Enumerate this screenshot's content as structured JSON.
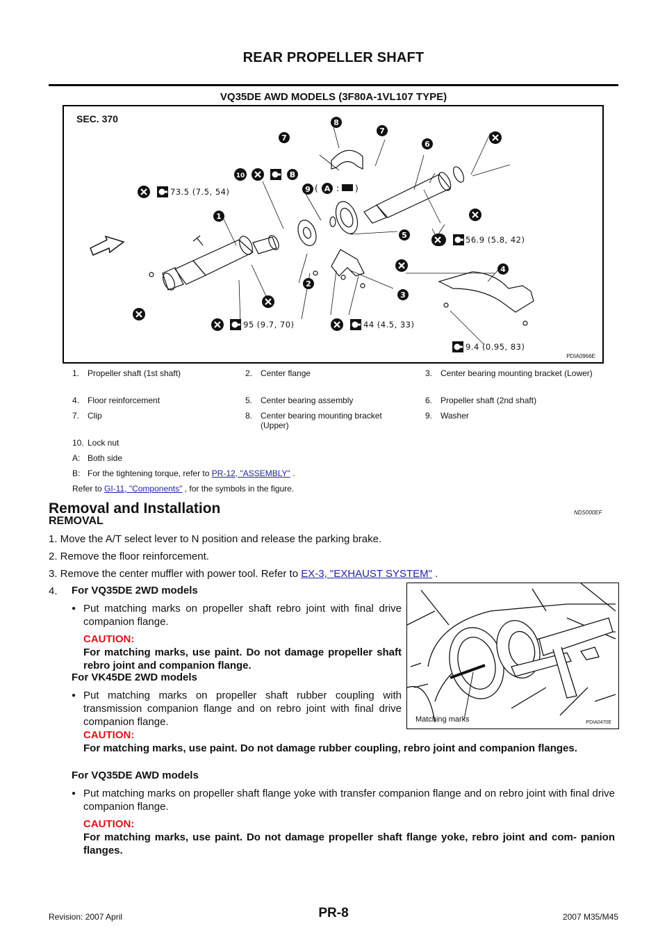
{
  "header": {
    "title": "REAR PROPELLER SHAFT",
    "section": "VQ35DE AWD MODELS (3F80A-1VL107 TYPE)"
  },
  "figure": {
    "sec_label": "SEC. 370",
    "figure_id": "PDIA0966E",
    "torque_values": [
      "73.5 (7.5, 54)",
      "56.9 (5.8, 42)",
      "95 (9.7, 70)",
      "44 (4.5, 33)",
      "9.4 (0.95, 83)"
    ],
    "callouts": [
      "1",
      "2",
      "3",
      "4",
      "5",
      "6",
      "7",
      "7",
      "8",
      "9",
      "10",
      "A",
      "B"
    ]
  },
  "legend": {
    "rows": [
      [
        {
          "num": "1.",
          "text": "Propeller shaft (1st shaft)"
        },
        {
          "num": "2.",
          "text": "Center flange"
        },
        {
          "num": "3.",
          "text": "Center bearing mounting bracket (Lower)"
        }
      ],
      [
        {
          "num": "4.",
          "text": "Floor reinforcement"
        },
        {
          "num": "5.",
          "text": "Center bearing assembly"
        },
        {
          "num": "6.",
          "text": "Propeller shaft (2nd shaft)"
        }
      ],
      [
        {
          "num": "7.",
          "text": "Clip"
        },
        {
          "num": "8.",
          "text": "Center bearing mounting bracket (Upper)"
        },
        {
          "num": "9.",
          "text": "Washer"
        }
      ],
      [
        {
          "num": "10.",
          "text": "Lock nut"
        }
      ]
    ],
    "note_a": {
      "num": "A:",
      "text": "Both side"
    },
    "note_b": {
      "num": "B:",
      "prefix": "For the tightening torque, refer to ",
      "link": "PR-12, \"ASSEMBLY\"",
      "suffix": " ."
    },
    "note_ref": {
      "prefix": "Refer to ",
      "link": "GI-11, \"Components\"",
      "suffix": " , for the symbols in the figure."
    }
  },
  "removal": {
    "heading": "Removal and Installation",
    "code": "NDS000EF",
    "subheading": "REMOVAL",
    "step1": "1.  Move the A/T select lever to N position and release the parking brake.",
    "step2": "2.  Remove the floor reinforcement.",
    "step3_prefix": "3.  Remove the center muffler with power tool. Refer to ",
    "step3_link": "EX-3, \"EXHAUST SYSTEM\"",
    "step3_suffix": " .",
    "step4_num": "4.",
    "vq2wd_head": "For VQ35DE 2WD models",
    "vq2wd_bullet": "Put matching marks on propeller shaft rebro joint with final drive companion flange.",
    "caution_label": "CAUTION:",
    "vq2wd_caution": "For matching marks, use paint. Do not damage propeller shaft rebro joint and companion flange.",
    "vk2wd_head": "For VK45DE 2WD models",
    "vk2wd_bullet": "Put matching marks on propeller shaft rubber coupling with transmission companion flange and on rebro joint with final drive companion flange.",
    "vk2wd_caution": "For matching marks, use paint. Do not damage rubber coupling, rebro joint and companion flanges.",
    "awd_head": "For VQ35DE AWD models",
    "awd_bullet": "Put matching marks on propeller shaft flange yoke with transfer companion flange and on rebro joint with final drive companion flange.",
    "awd_caution": "For matching marks, use paint. Do not damage propeller shaft flange yoke, rebro joint and com- panion flanges."
  },
  "photo": {
    "caption": "Matching  marks",
    "figure_id": "PDIA0470E"
  },
  "footer": {
    "page": "PR-8",
    "revision": "Revision: 2007 April",
    "model": "2007 M35/M45"
  }
}
